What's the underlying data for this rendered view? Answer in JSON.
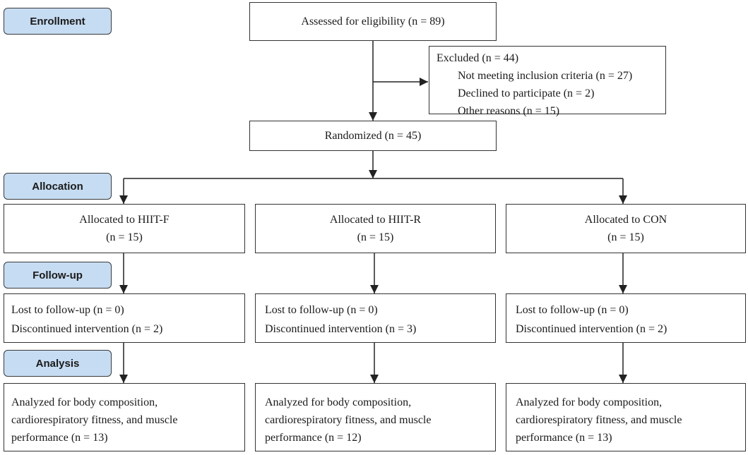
{
  "stages": {
    "enrollment": "Enrollment",
    "allocation": "Allocation",
    "followup": "Follow-up",
    "analysis": "Analysis"
  },
  "assessed": "Assessed for eligibility (n = 89)",
  "excluded": {
    "title": "Excluded (n = 44)",
    "reasons": [
      "Not meeting inclusion criteria (n = 27)",
      "Declined to participate (n = 2)",
      "Other reasons (n = 15)"
    ]
  },
  "randomized": "Randomized (n = 45)",
  "groups": [
    {
      "allocated": "Allocated to HIIT-F",
      "allocated_n": "(n = 15)",
      "lost": "Lost to follow-up (n = 0)",
      "discontinued": "Discontinued intervention (n = 2)",
      "analyzed": [
        "Analyzed for body composition,",
        "cardiorespiratory fitness, and muscle",
        "performance (n = 13)"
      ]
    },
    {
      "allocated": "Allocated to HIIT-R",
      "allocated_n": "(n = 15)",
      "lost": "Lost to follow-up (n = 0)",
      "discontinued": "Discontinued intervention (n = 3)",
      "analyzed": [
        "Analyzed for body composition,",
        "cardiorespiratory fitness, and muscle",
        "performance (n = 12)"
      ]
    },
    {
      "allocated": "Allocated to CON",
      "allocated_n": "(n = 15)",
      "lost": "Lost to follow-up (n = 0)",
      "discontinued": "Discontinued intervention (n = 2)",
      "analyzed": [
        "Analyzed for body composition,",
        "cardiorespiratory fitness, and muscle",
        "performance (n = 13)"
      ]
    }
  ]
}
